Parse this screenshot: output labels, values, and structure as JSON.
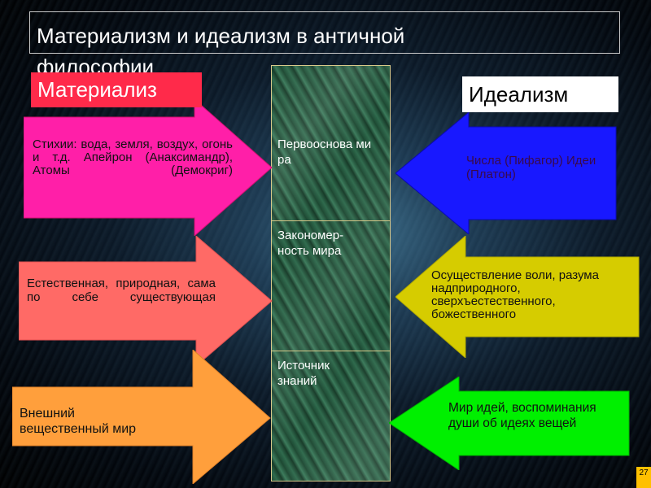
{
  "slide": {
    "title_line1": "Материализм и идеализм в античной",
    "title_line2": "философии",
    "materialism_label": "Материализ",
    "idealism_label": "Идеализм",
    "page_number": "27"
  },
  "center_column": [
    {
      "label": "Первооснова мира"
    },
    {
      "label": "Закономер-ность мира"
    },
    {
      "label": "Источник знаний"
    }
  ],
  "left_arrows": [
    {
      "color": "#ff1fa8",
      "text": "Стихии: вода, земля, воздух, огонь и т.д. Апейрон (Анаксимандр), Атомы (Демокриг)"
    },
    {
      "color": "#ff6a66",
      "text": "Естественная, природная, сама по себе существующая"
    },
    {
      "color": "#ff9f3c",
      "text": "Внешний вещественный мир"
    }
  ],
  "right_arrows": [
    {
      "color": "#1818ff",
      "text": "Числа (Пифагор) Идеи (Платон)"
    },
    {
      "color": "#d6cc00",
      "text": "Осуществление воли, разума надприродного, сверхъестественного, божественного"
    },
    {
      "color": "#00f000",
      "text": "Мир идей, воспоминания души об идеях вещей"
    }
  ]
}
